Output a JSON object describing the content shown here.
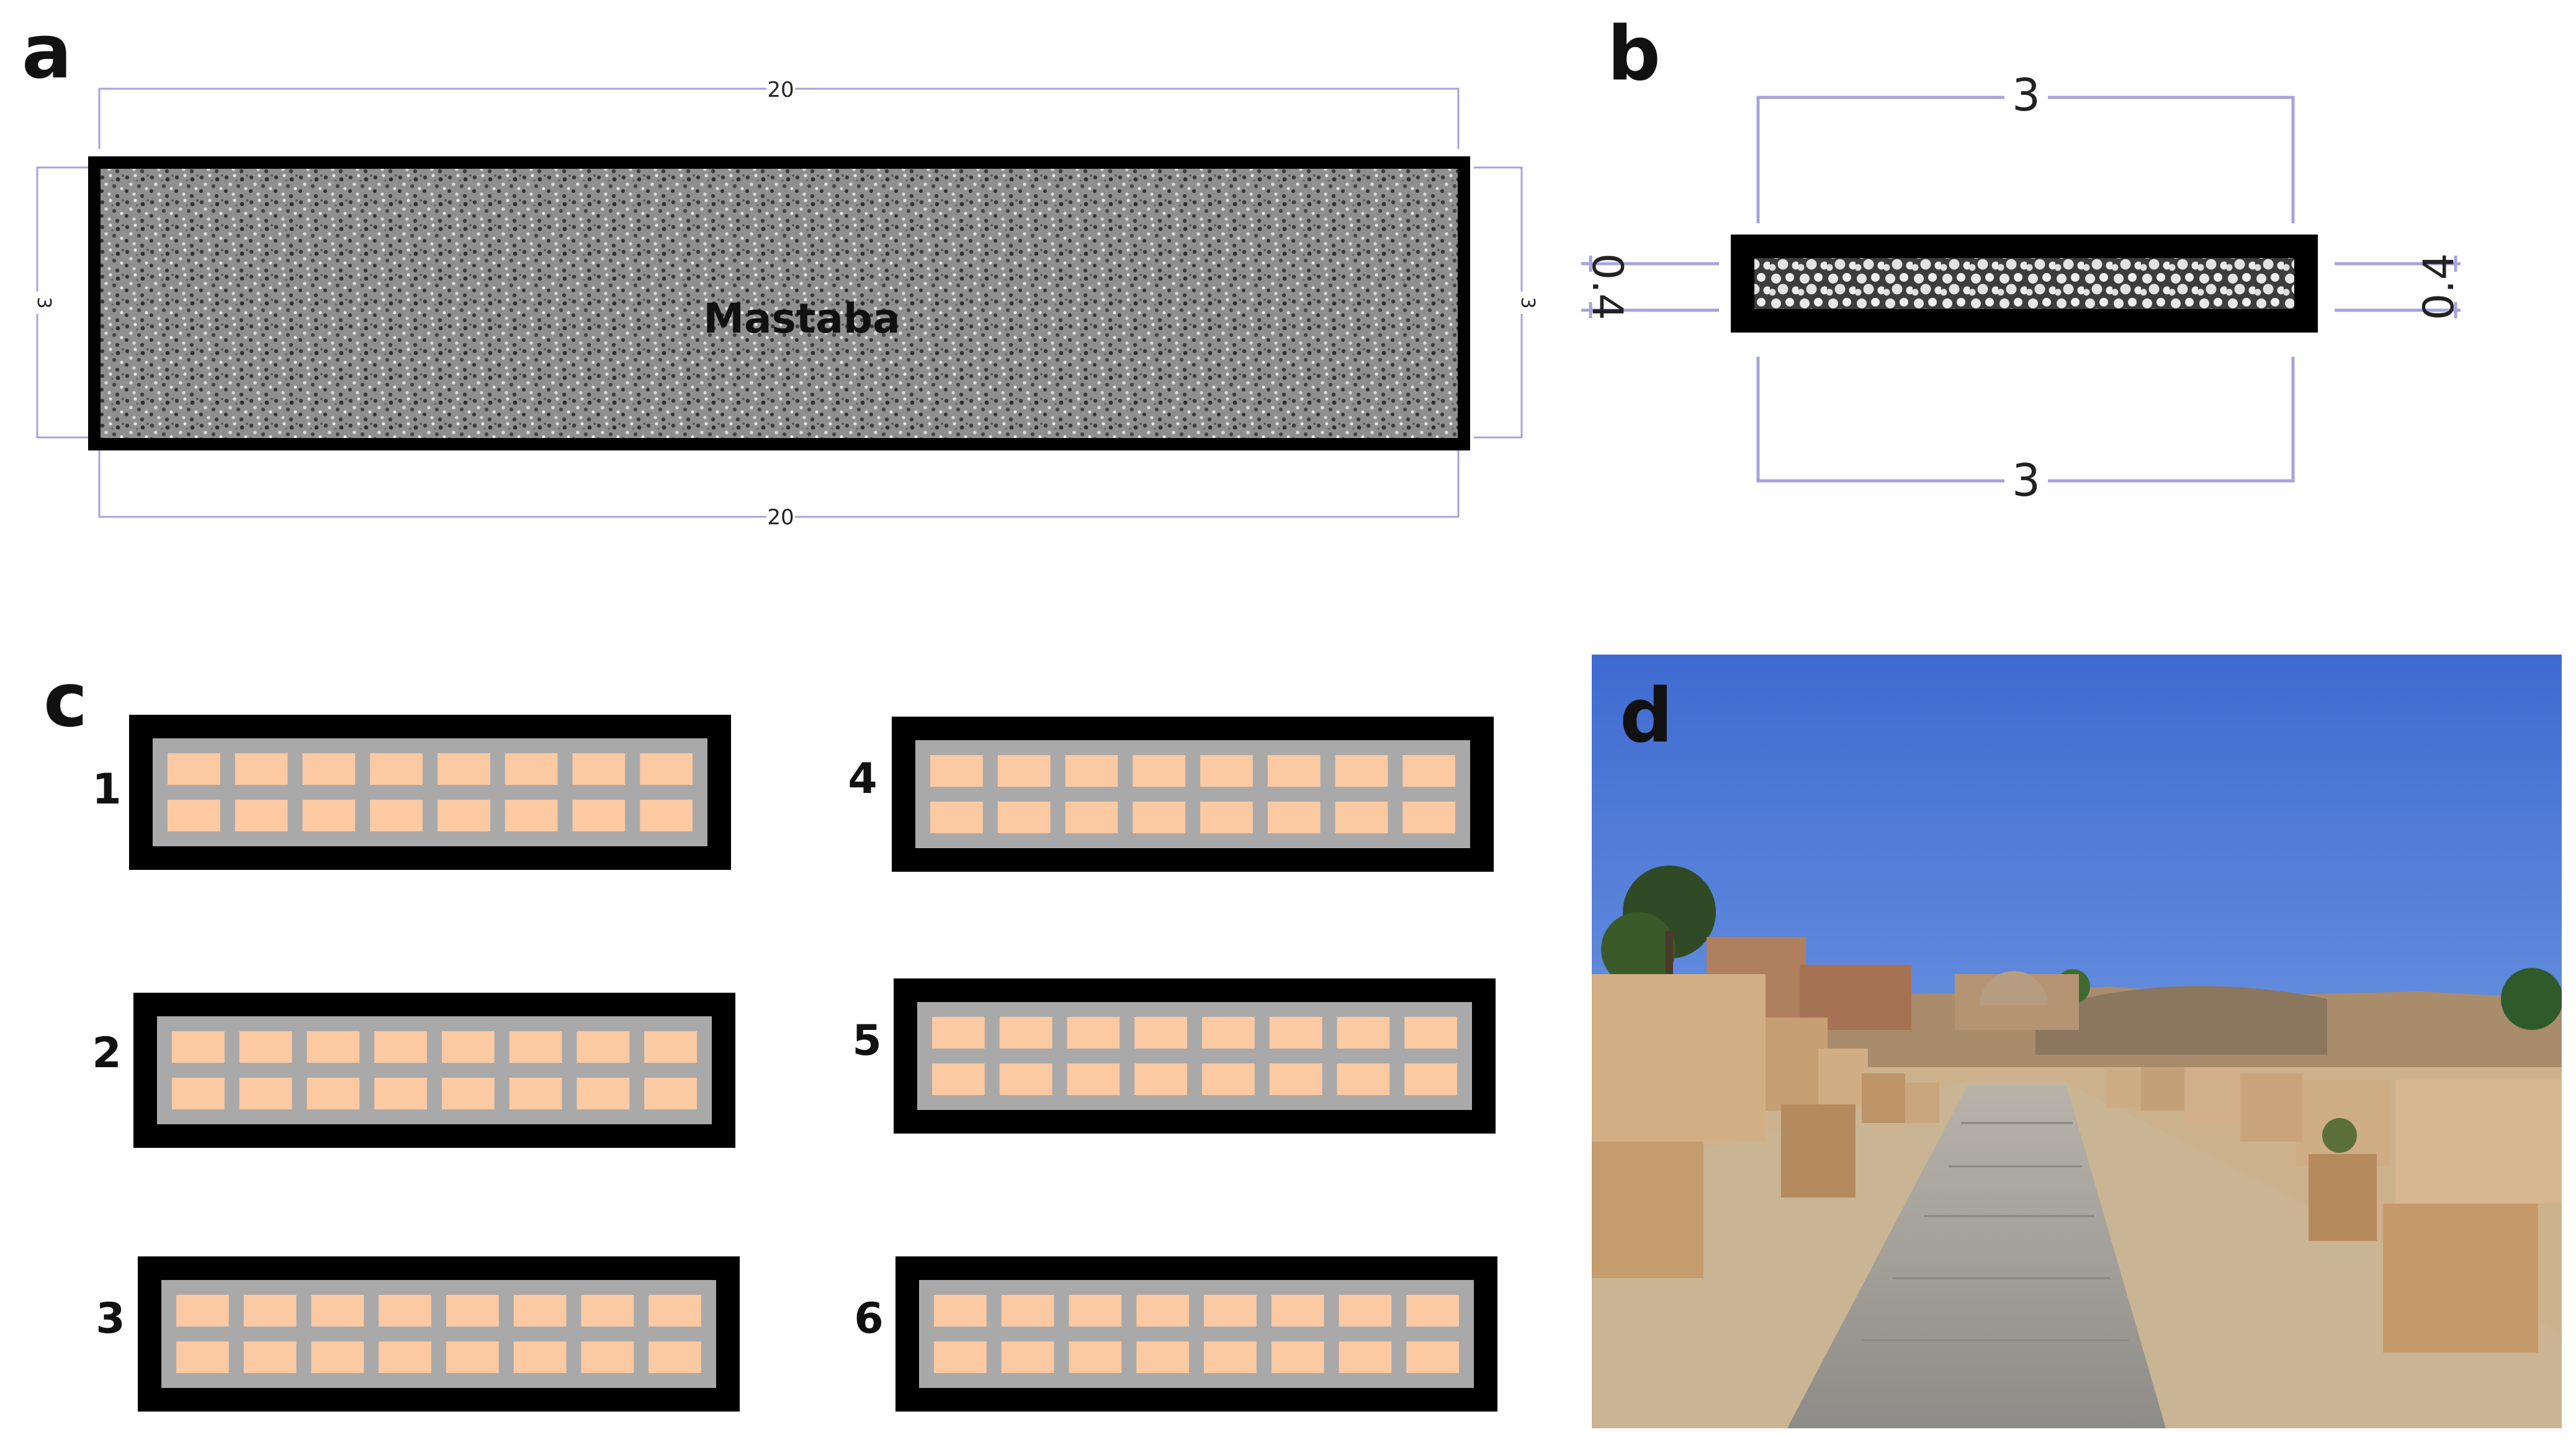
{
  "panels": {
    "a": {
      "letter": "a",
      "label": "Mastaba",
      "dimensions": {
        "top": "20",
        "bottom": "20",
        "left": "3",
        "right": "3"
      }
    },
    "b": {
      "letter": "b",
      "dimensions": {
        "top": "3",
        "bottom": "3",
        "left": "0.4",
        "right": "0.4"
      }
    },
    "c": {
      "letter": "c",
      "layouts": [
        {
          "number": "1",
          "rows": 2,
          "cols": 8
        },
        {
          "number": "2",
          "rows": 2,
          "cols": 8
        },
        {
          "number": "3",
          "rows": 2,
          "cols": 8
        },
        {
          "number": "4",
          "rows": 2,
          "cols": 8
        },
        {
          "number": "5",
          "rows": 2,
          "cols": 8
        },
        {
          "number": "6",
          "rows": 2,
          "cols": 8
        }
      ]
    },
    "d": {
      "letter": "d",
      "photo_subject": "stone-paved-walkway-between-rows-of-ancient-stone-blocks"
    }
  },
  "colors": {
    "outline": "#000000",
    "dimension_line": "#a7a3dc",
    "tile": "#fbc9a2",
    "joint": "#a9a9a9",
    "sky_top": "#3f6bd1",
    "sky_bottom": "#8cb2ea",
    "sand": "#cbb28c",
    "stone": "#c59f74",
    "path": "#9c9a95"
  }
}
